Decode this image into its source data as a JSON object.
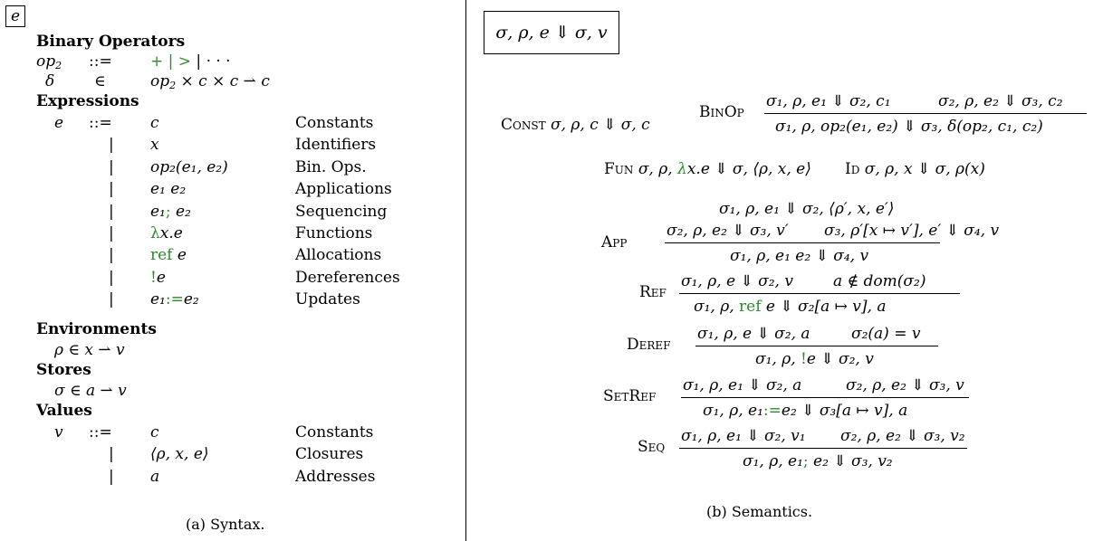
{
  "syntax": {
    "box": "e",
    "binop": {
      "heading": "Binary Operators",
      "op2": "op",
      "op2_sub": "2",
      "defeq": "::=",
      "op2_rhs_ops": "+ | >",
      "op2_rhs_tail": " | · · ·",
      "delta": "δ",
      "elem": "∈",
      "delta_rhs": "op",
      "delta_rhs_sub": "2",
      "delta_rhs_tail": " × c × c ⇀ c"
    },
    "expressions": {
      "heading": "Expressions",
      "lhs": "e",
      "defeq": "::=",
      "bar": "|",
      "rows": [
        {
          "form": "c",
          "desc": "Constants"
        },
        {
          "form": "x",
          "desc": "Identifiers"
        },
        {
          "form": "op₂(e₁, e₂)",
          "desc": "Bin. Ops."
        },
        {
          "form": "e₁ e₂",
          "desc": "Applications"
        },
        {
          "form_a": "e₁",
          "form_op": ";",
          "form_b": " e₂",
          "desc": "Sequencing"
        },
        {
          "form_op": "λ",
          "form_b": "x.e",
          "desc": "Functions"
        },
        {
          "form_op": "ref",
          "form_b": " e",
          "desc": "Allocations"
        },
        {
          "form_op": "!",
          "form_b": "e",
          "desc": "Dereferences"
        },
        {
          "form_a": "e₁",
          "form_op": ":=",
          "form_b": "e₂",
          "desc": "Updates"
        }
      ]
    },
    "environments": {
      "heading": "Environments",
      "def": "ρ ∈ x ⇀ v"
    },
    "stores": {
      "heading": "Stores",
      "def": "σ ∈ a ⇀ v"
    },
    "values": {
      "heading": "Values",
      "lhs": "v",
      "defeq": "::=",
      "bar": "|",
      "rows": [
        {
          "form": "c",
          "desc": "Constants"
        },
        {
          "form": "⟨ρ, x, e⟩",
          "desc": "Closures"
        },
        {
          "form": "a",
          "desc": "Addresses"
        }
      ]
    },
    "caption": "(a) Syntax."
  },
  "semantics": {
    "box": "σ, ρ, e ⇓ σ, v",
    "const": {
      "name": "Const",
      "body": "σ, ρ, c ⇓ σ, c"
    },
    "binop": {
      "name": "BinOp",
      "prem1": "σ₁, ρ, e₁ ⇓ σ₂, c₁",
      "prem2": "σ₂, ρ, e₂ ⇓ σ₃, c₂",
      "concl": "σ₁, ρ, op₂(e₁, e₂) ⇓ σ₃, δ(op₂, c₁, c₂)"
    },
    "fun": {
      "name": "Fun",
      "pre": "σ, ρ, ",
      "lam": "λ",
      "post": "x.e ⇓ σ, ⟨ρ, x, e⟩"
    },
    "id": {
      "name": "Id",
      "body": "σ, ρ, x ⇓ σ, ρ(x)"
    },
    "app": {
      "name": "App",
      "prem0": "σ₁, ρ, e₁ ⇓ σ₂, ⟨ρ′, x, e′⟩",
      "prem1": "σ₂, ρ, e₂ ⇓ σ₃, v′",
      "prem2": "σ₃, ρ′[x ↦ v′], e′ ⇓ σ₄, v",
      "concl": "σ₁, ρ, e₁  e₂ ⇓ σ₄, v"
    },
    "ref": {
      "name": "Ref",
      "prem1": "σ₁, ρ, e ⇓ σ₂, v",
      "prem2": "a ∉ dom(σ₂)",
      "concl_pre": "σ₁, ρ, ",
      "concl_op": "ref",
      "concl_post": " e ⇓ σ₂[a ↦ v], a"
    },
    "deref": {
      "name": "Deref",
      "prem1": "σ₁, ρ, e ⇓ σ₂, a",
      "prem2": "σ₂(a) = v",
      "concl_pre": "σ₁, ρ, ",
      "concl_op": "!",
      "concl_post": "e ⇓ σ₂, v"
    },
    "setref": {
      "name": "SetRef",
      "prem1": "σ₁, ρ, e₁ ⇓ σ₂, a",
      "prem2": "σ₂, ρ, e₂ ⇓ σ₃, v",
      "concl_pre": "σ₁, ρ, e₁",
      "concl_op": ":=",
      "concl_post": "e₂ ⇓ σ₃[a ↦ v], a"
    },
    "seq": {
      "name": "Seq",
      "prem1": "σ₁, ρ, e₁ ⇓ σ₂, v₁",
      "prem2": "σ₂, ρ, e₂ ⇓ σ₃, v₂",
      "concl_pre": "σ₁, ρ, e₁",
      "concl_op": ";",
      "concl_post": " e₂ ⇓ σ₃, v₂"
    },
    "caption": "(b) Semantics."
  }
}
